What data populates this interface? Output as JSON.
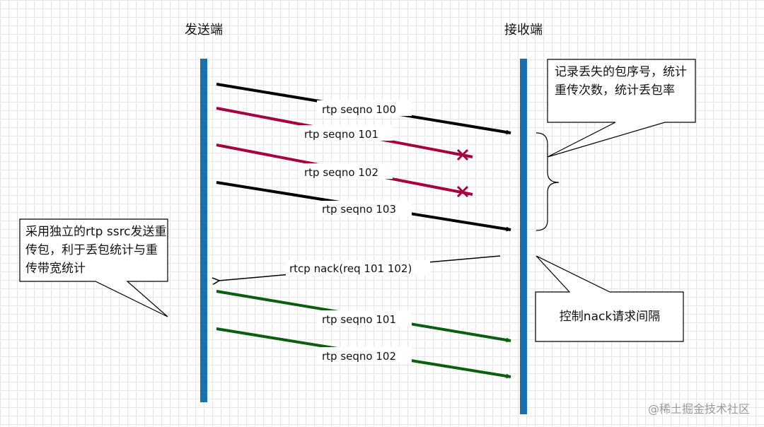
{
  "participants": {
    "sender": "发送端",
    "receiver": "接收端"
  },
  "messages": [
    {
      "label": "rtp seqno  100",
      "direction": "sender-to-receiver",
      "color": "#000000",
      "status": "delivered"
    },
    {
      "label": "rtp seqno  101",
      "direction": "sender-to-receiver",
      "color": "#a50040",
      "status": "lost"
    },
    {
      "label": "rtp seqno  102",
      "direction": "sender-to-receiver",
      "color": "#a50040",
      "status": "lost"
    },
    {
      "label": "rtp seqno  103",
      "direction": "sender-to-receiver",
      "color": "#000000",
      "status": "delivered"
    },
    {
      "label": "rtcp nack(req 101  102)",
      "direction": "receiver-to-sender",
      "color": "#000000",
      "status": "delivered"
    },
    {
      "label": "rtp seqno  101",
      "direction": "sender-to-receiver",
      "color": "#0b5e10",
      "status": "delivered"
    },
    {
      "label": "rtp seqno  102",
      "direction": "sender-to-receiver",
      "color": "#0b5e10",
      "status": "delivered"
    }
  ],
  "notes": {
    "receiver": "记录丢失的包序号，统计重传次数，统计丢包率",
    "sender": "采用独立的rtp ssrc发送重传包，利于丢包统计与重传带宽统计",
    "interval": "控制nack请求间隔"
  },
  "watermark": "@稀土掘金技术社区",
  "colors": {
    "lifeline": "#1a6fae",
    "normal": "#000000",
    "lost": "#a50040",
    "retransmit": "#0b5e10"
  }
}
